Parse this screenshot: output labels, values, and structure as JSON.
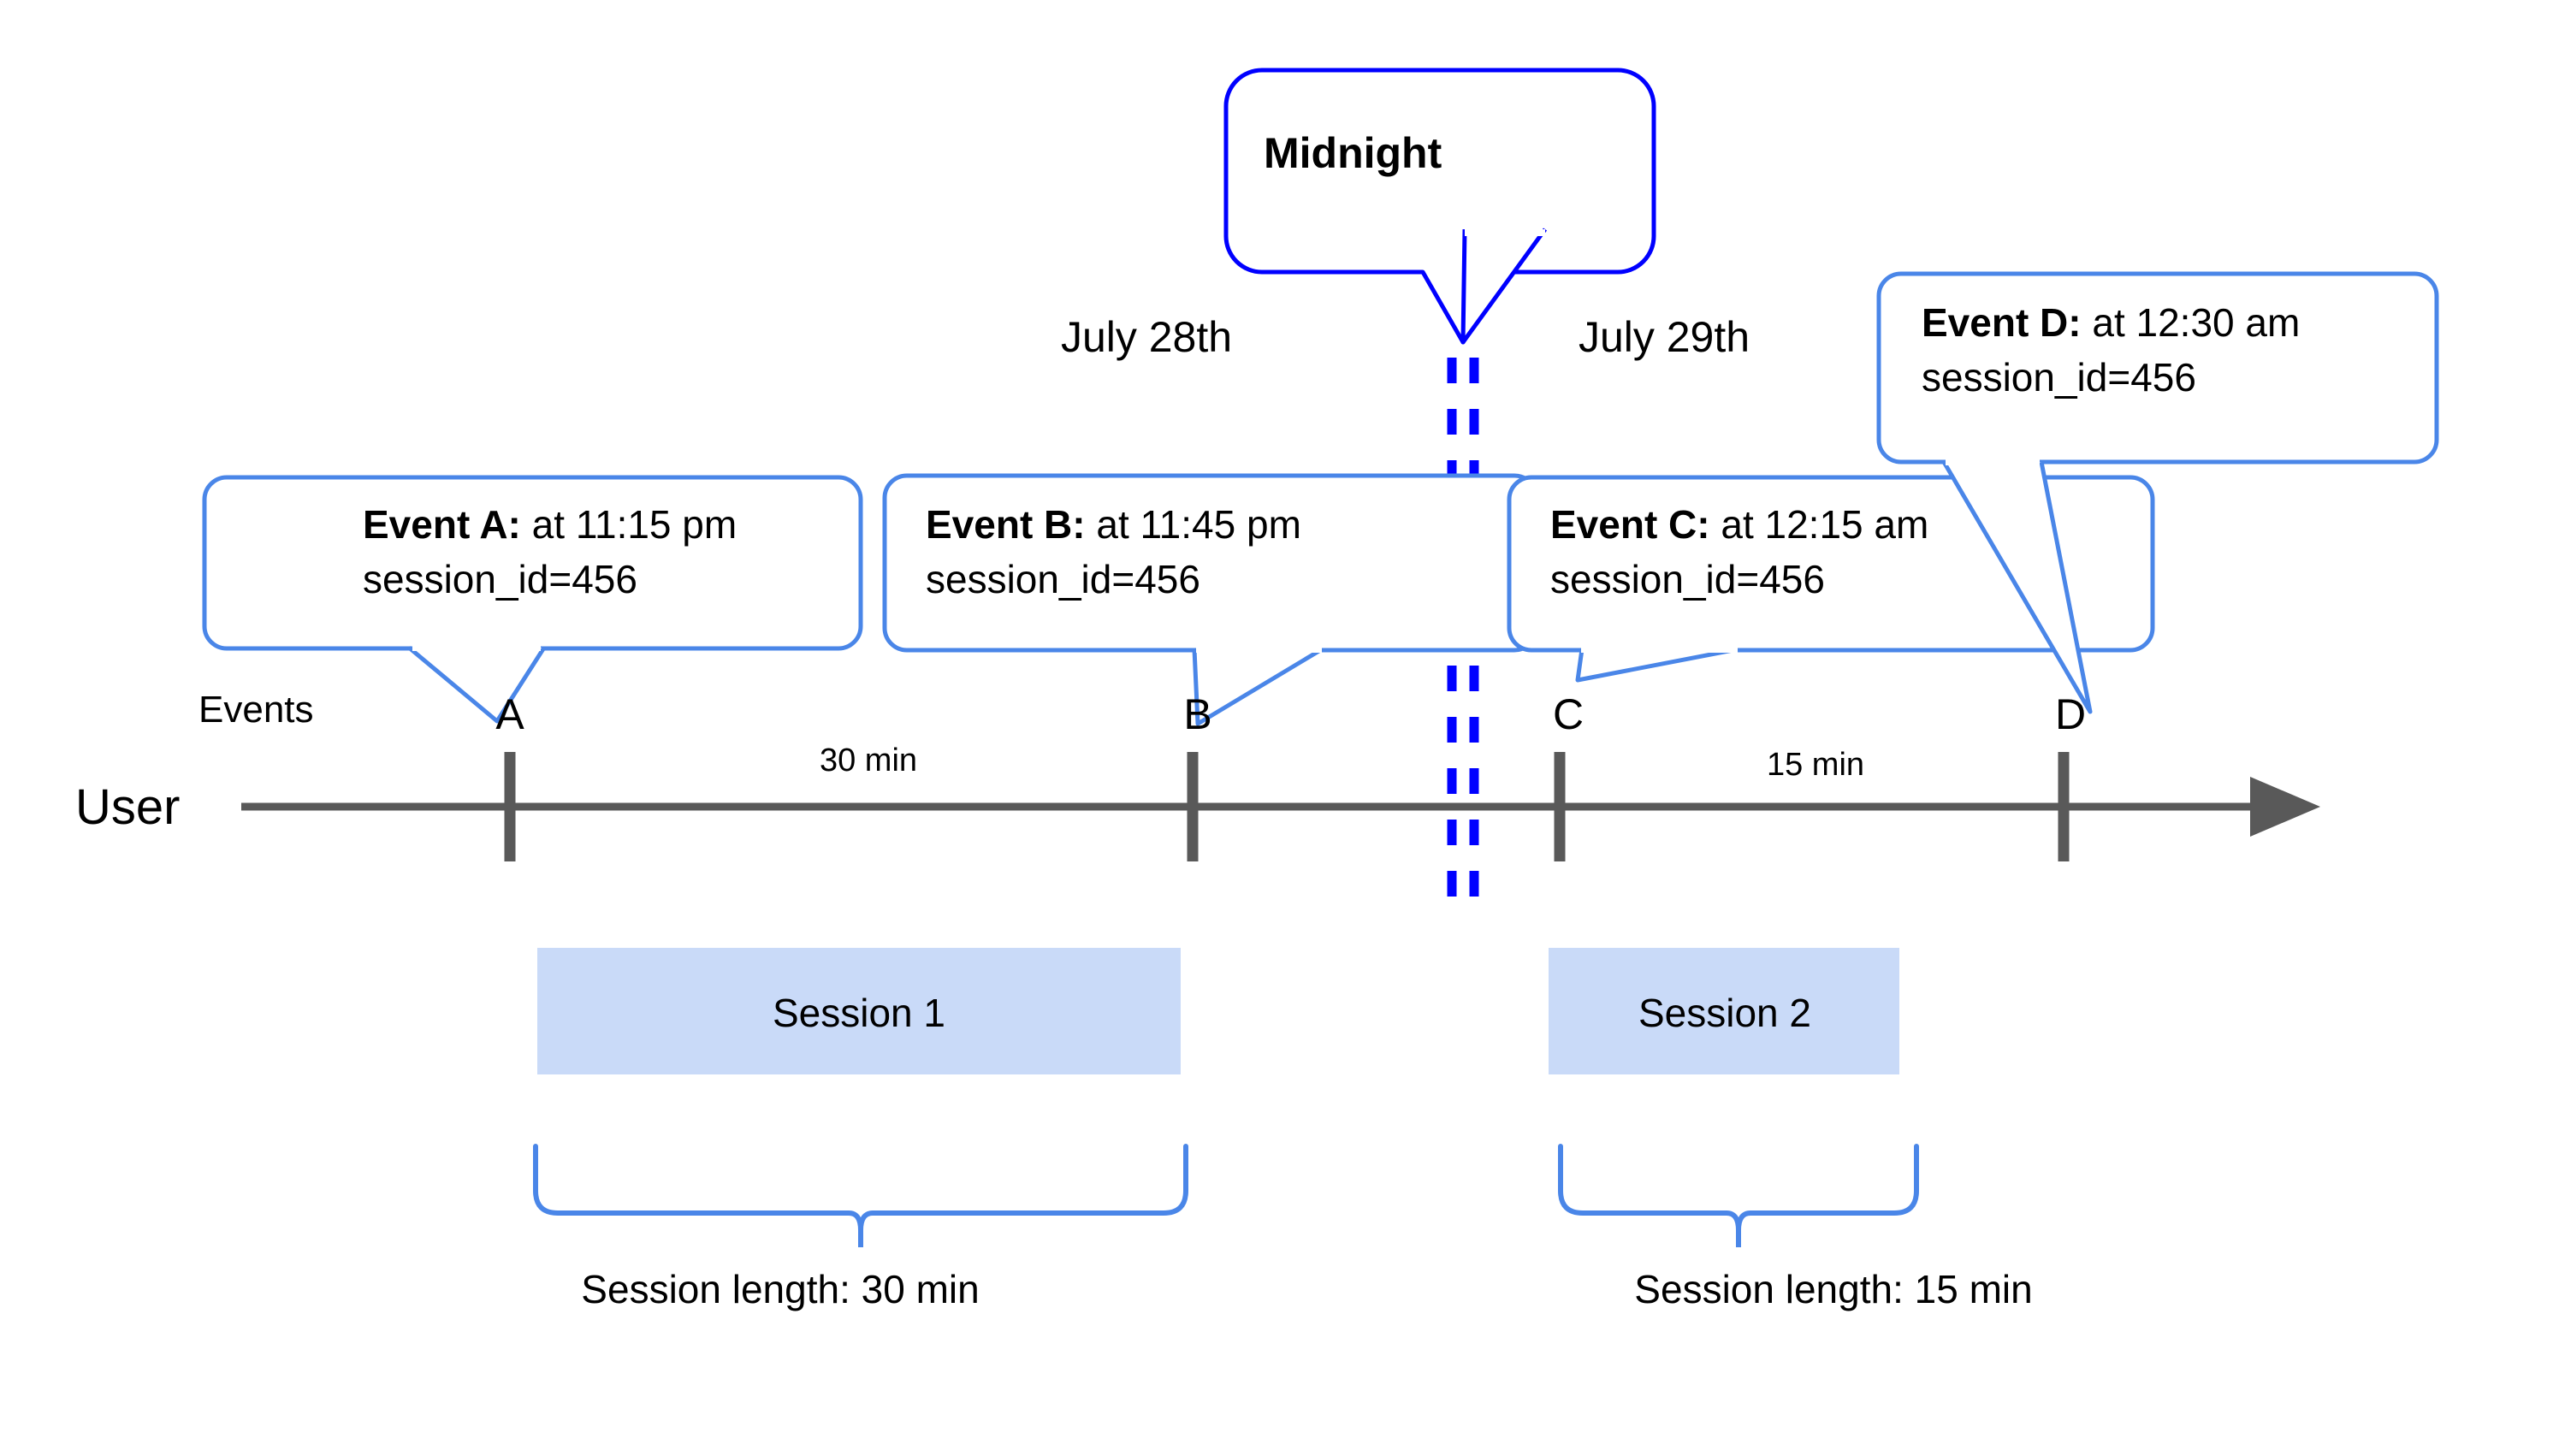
{
  "diagram": {
    "title_callout": {
      "label": "Midnight"
    },
    "row_labels": {
      "user": "User",
      "events": "Events"
    },
    "dates": [
      {
        "label": "July 28th"
      },
      {
        "label": "July 29th"
      }
    ],
    "events": [
      {
        "letter": "A",
        "bold_prefix": "Event A:",
        "time_text": " at 11:15 pm",
        "session_line": "session_id=456"
      },
      {
        "letter": "B",
        "bold_prefix": "Event B:",
        "time_text": " at 11:45 pm",
        "session_line": "session_id=456"
      },
      {
        "letter": "C",
        "bold_prefix": "Event C:",
        "time_text": " at 12:15 am",
        "session_line": "session_id=456"
      },
      {
        "letter": "D",
        "bold_prefix": "Event D:",
        "time_text": " at 12:30 am",
        "session_line": "session_id=456"
      }
    ],
    "durations": [
      {
        "label": "30 min"
      },
      {
        "label": "15 min"
      }
    ],
    "sessions": [
      {
        "name": "Session 1",
        "length_label": "Session length: 30 min"
      },
      {
        "name": "Session 2",
        "length_label": "Session length: 15 min"
      }
    ],
    "colors": {
      "callout_border": "#4a86e8",
      "midnight_border": "#0000ff",
      "midnight_dashes": "#0000ff",
      "axis": "#595959",
      "session_fill": "#c9daf8",
      "brace": "#4a86e8",
      "text": "#000000",
      "background": "#ffffff"
    }
  }
}
